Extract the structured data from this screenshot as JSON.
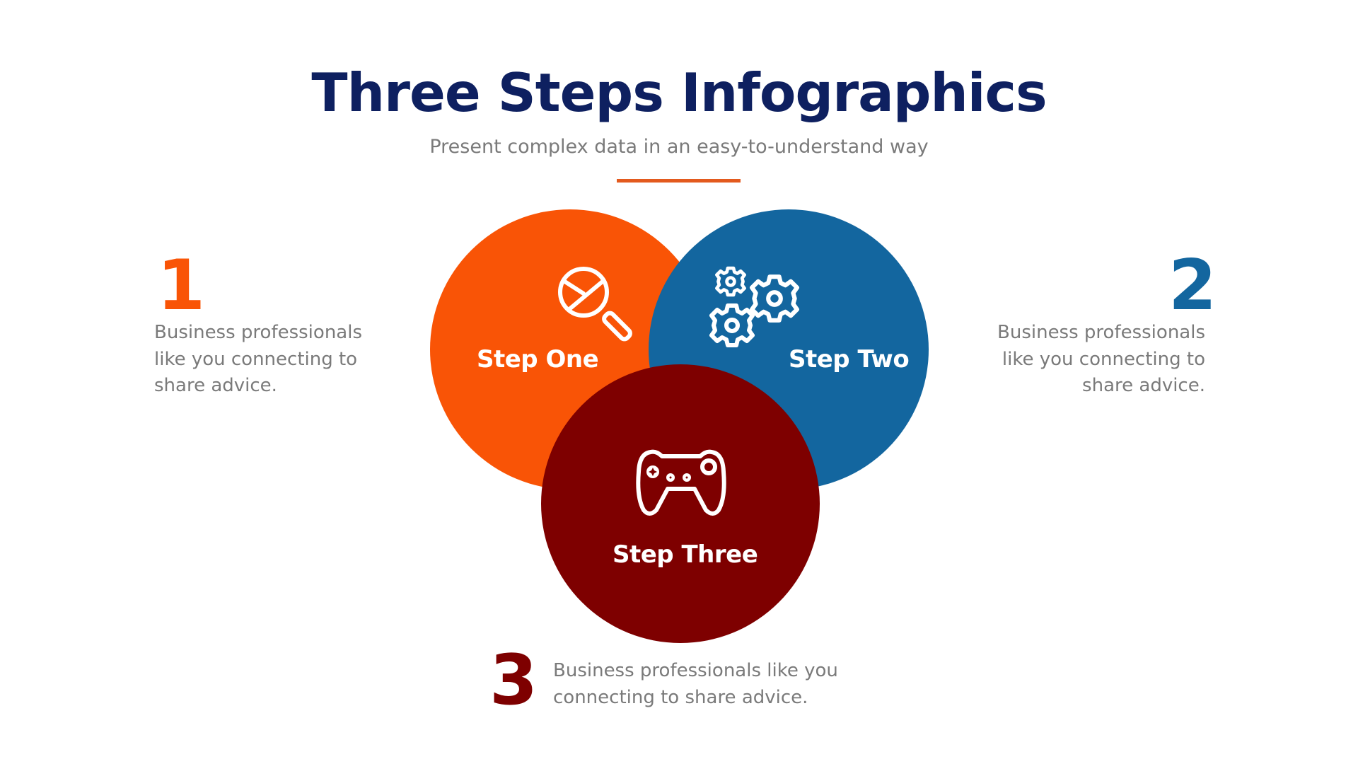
{
  "header": {
    "title": "Three Steps Infographics",
    "subtitle": "Present complex data in an easy-to-understand way"
  },
  "colors": {
    "title": "#0E2060",
    "accent_divider": "#E35A1E",
    "step_one": "#F95406",
    "step_two": "#13669F",
    "step_three": "#7E0000",
    "body_text": "#7A7A7A"
  },
  "steps": [
    {
      "number": "1",
      "label": "Step One",
      "icon": "magnifier-pie-chart-icon",
      "description_lines": [
        "Business professionals",
        "like you connecting to",
        "share advice."
      ]
    },
    {
      "number": "2",
      "label": "Step Two",
      "icon": "gears-icon",
      "description_lines": [
        "Business professionals",
        "like you connecting to",
        "share advice."
      ]
    },
    {
      "number": "3",
      "label": "Step Three",
      "icon": "gamepad-icon",
      "description_lines": [
        "Business professionals like you",
        "connecting to share advice."
      ]
    }
  ]
}
